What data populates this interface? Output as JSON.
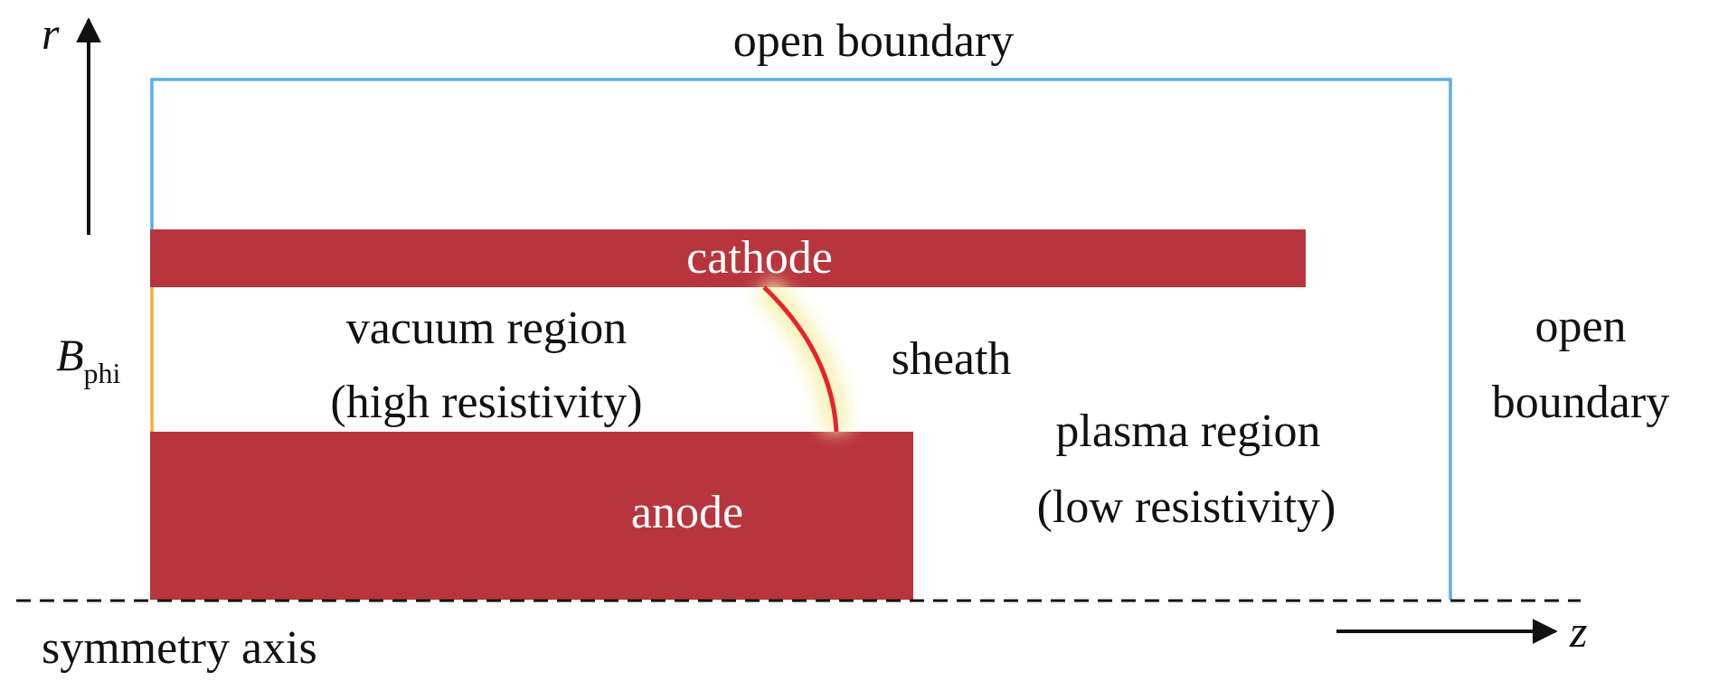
{
  "labels": {
    "r_axis": "r",
    "z_axis": "z",
    "open_boundary_top": "open boundary",
    "open_boundary_right_line1": "open",
    "open_boundary_right_line2": "boundary",
    "cathode": "cathode",
    "anode": "anode",
    "vacuum_line1": "vacuum region",
    "vacuum_line2": "(high resistivity)",
    "sheath": "sheath",
    "plasma_line1": "plasma region",
    "plasma_line2": "(low resistivity)",
    "bphi_main": "B",
    "bphi_sub": "phi",
    "symmetry_axis": "symmetry axis"
  },
  "colors": {
    "electrode": "#b9353e",
    "boundary": "#5aaee6",
    "bphi_boundary": "#f2b13a",
    "sheath": "#e8222a",
    "sheath_glow": "#f7f2b0",
    "axis": "#111111",
    "electrode_text": "#ffffff"
  }
}
